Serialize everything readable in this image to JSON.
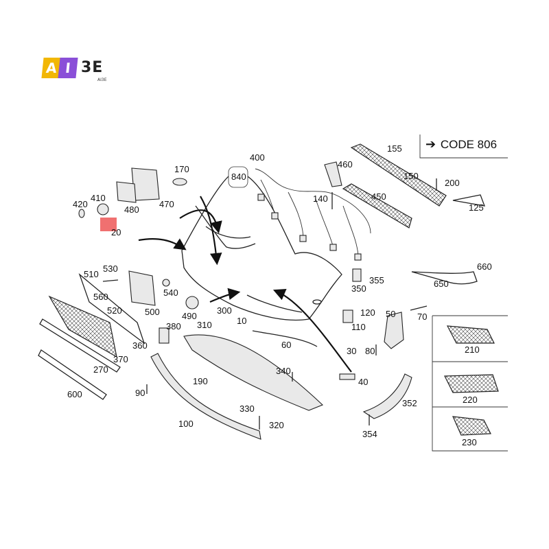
{
  "logo": {
    "tile_a": "A",
    "tile_i": "I",
    "word": "3E",
    "subtitle": "AI3E"
  },
  "code_note": {
    "arrow_icon": "right-arrow-icon",
    "text": "CODE 806"
  },
  "callouts": [
    "10",
    "20",
    "30",
    "40",
    "50",
    "60",
    "70",
    "80",
    "90",
    "100",
    "110",
    "120",
    "125",
    "140",
    "150",
    "155",
    "170",
    "190",
    "200",
    "210",
    "220",
    "230",
    "270",
    "300",
    "310",
    "320",
    "330",
    "340",
    "350",
    "352",
    "354",
    "355",
    "360",
    "370",
    "380",
    "400",
    "410",
    "420",
    "450",
    "460",
    "470",
    "480",
    "490",
    "500",
    "510",
    "520",
    "530",
    "540",
    "560",
    "600",
    "650",
    "660",
    "840"
  ],
  "colors": {
    "line": "#222222",
    "marker": "#f07070",
    "logo_yellow": "#f2b705",
    "logo_purple": "#8a4fd8"
  }
}
